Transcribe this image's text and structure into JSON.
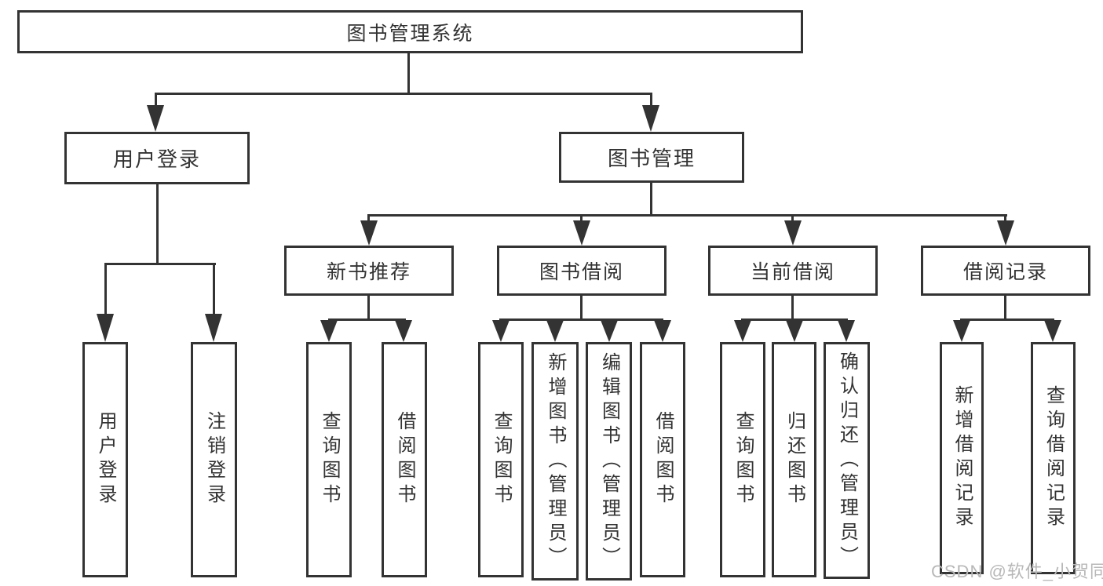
{
  "colors": {
    "line": "#333333",
    "text": "#333333",
    "background": "#ffffff",
    "watermark": "#b8b8b8"
  },
  "watermark": {
    "text": "CSDN @软件_小贺同学"
  },
  "tree": {
    "label": "图书管理系统",
    "children": [
      {
        "label": "用户登录",
        "children": [
          {
            "label": "用户登录"
          },
          {
            "label": "注销登录"
          }
        ]
      },
      {
        "label": "图书管理",
        "children": [
          {
            "label": "新书推荐",
            "children": [
              {
                "label": "查询图书"
              },
              {
                "label": "借阅图书"
              }
            ]
          },
          {
            "label": "图书借阅",
            "children": [
              {
                "label": "查询图书"
              },
              {
                "label": "新增图书（管理员）"
              },
              {
                "label": "编辑图书（管理员）"
              },
              {
                "label": "借阅图书"
              }
            ]
          },
          {
            "label": "当前借阅",
            "children": [
              {
                "label": "查询图书"
              },
              {
                "label": "归还图书"
              },
              {
                "label": "确认归还（管理员）"
              }
            ]
          },
          {
            "label": "借阅记录",
            "children": [
              {
                "label": "新增借阅记录"
              },
              {
                "label": "查询借阅记录"
              }
            ]
          }
        ]
      }
    ]
  }
}
